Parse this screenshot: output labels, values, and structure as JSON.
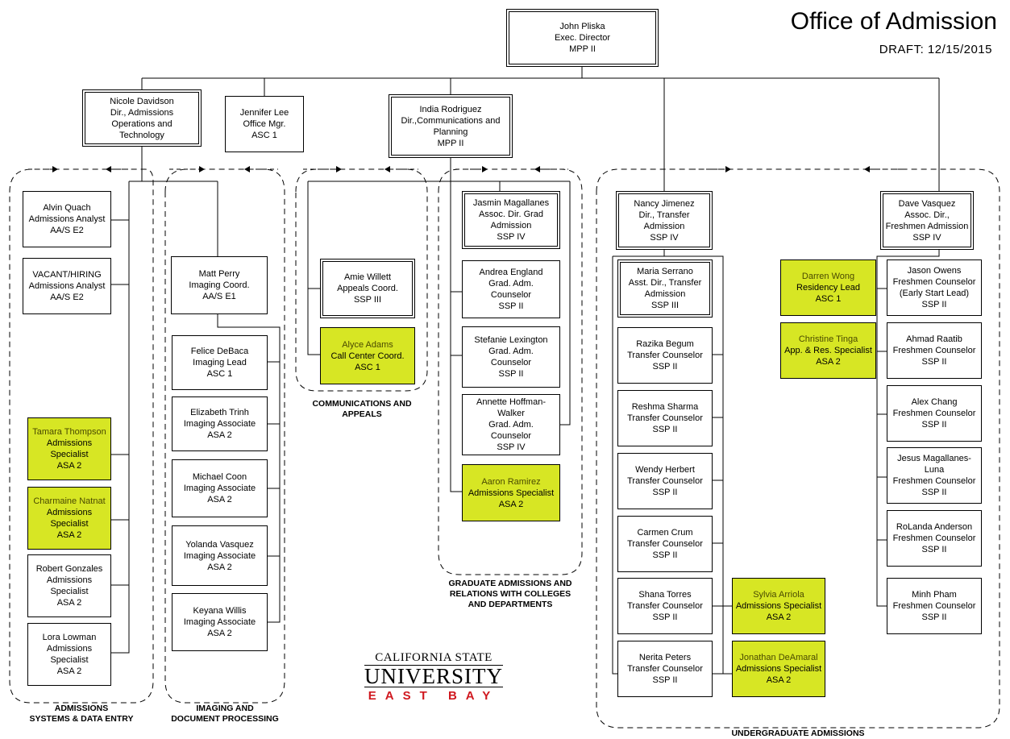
{
  "title": "Office of Admission",
  "draft": "DRAFT:  12/15/2015",
  "colors": {
    "highlight": "#d7e624",
    "logo_red": "#d0181f"
  },
  "people": {
    "pliska": [
      "John Pliska",
      "Exec. Director",
      "MPP II"
    ],
    "davidson": [
      "Nicole Davidson",
      "Dir., Admissions",
      "Operations and",
      "Technology"
    ],
    "lee": [
      "Jennifer Lee",
      "Office Mgr.",
      "ASC 1"
    ],
    "rodriguez": [
      "India Rodriguez",
      "Dir.,Communications and",
      "Planning",
      "MPP II"
    ],
    "quach": [
      "Alvin Quach",
      "Admissions Analyst",
      "AA/S E2"
    ],
    "vacant": [
      "VACANT/HIRING",
      "Admissions Analyst",
      "AA/S E2"
    ],
    "thompson": [
      "Tamara Thompson",
      "Admissions",
      "Specialist",
      "ASA 2"
    ],
    "natnat": [
      "Charmaine Natnat",
      "Admissions",
      "Specialist",
      "ASA 2"
    ],
    "gonzales": [
      "Robert Gonzales",
      "Admissions",
      "Specialist",
      "ASA 2"
    ],
    "lowman": [
      "Lora Lowman",
      "Admissions",
      "Specialist",
      "ASA 2"
    ],
    "perry": [
      "Matt Perry",
      "Imaging Coord.",
      "AA/S E1"
    ],
    "debaca": [
      "Felice DeBaca",
      "Imaging Lead",
      "ASC 1"
    ],
    "trinh": [
      "Elizabeth Trinh",
      "Imaging Associate",
      "ASA 2"
    ],
    "coon": [
      "Michael Coon",
      "Imaging Associate",
      "ASA 2"
    ],
    "yvasquez": [
      "Yolanda Vasquez",
      "Imaging Associate",
      "ASA 2"
    ],
    "willis": [
      "Keyana Willis",
      "Imaging Associate",
      "ASA 2"
    ],
    "willett": [
      "Amie Willett",
      "Appeals Coord.",
      "SSP III"
    ],
    "adams": [
      "Alyce Adams",
      "Call Center Coord.",
      "ASC 1"
    ],
    "magallanes": [
      "Jasmin Magallanes",
      "Assoc. Dir. Grad",
      "Admission",
      "SSP IV"
    ],
    "england": [
      "Andrea England",
      "Grad. Adm.",
      "Counselor",
      "SSP II"
    ],
    "lexington": [
      "Stefanie Lexington",
      "Grad. Adm.",
      "Counselor",
      "SSP II"
    ],
    "hoffman": [
      "Annette Hoffman-",
      "Walker",
      "Grad. Adm.",
      "Counselor",
      "SSP IV"
    ],
    "ramirez": [
      "Aaron Ramirez",
      "Admissions Specialist",
      "ASA 2"
    ],
    "jimenez": [
      "Nancy Jimenez",
      "Dir., Transfer",
      "Admission",
      "SSP IV"
    ],
    "serrano": [
      "Maria Serrano",
      "Asst. Dir., Transfer",
      "Admission",
      "SSP III"
    ],
    "begum": [
      "Razika Begum",
      "Transfer Counselor",
      "SSP II"
    ],
    "sharma": [
      "Reshma Sharma",
      "Transfer Counselor",
      "SSP II"
    ],
    "herbert": [
      "Wendy Herbert",
      "Transfer Counselor",
      "SSP II"
    ],
    "crum": [
      "Carmen Crum",
      "Transfer Counselor",
      "SSP II"
    ],
    "torres": [
      "Shana Torres",
      "Transfer Counselor",
      "SSP II"
    ],
    "peters": [
      "Nerita Peters",
      "Transfer Counselor",
      "SSP II"
    ],
    "arriola": [
      "Sylvia Arriola",
      "Admissions Specialist",
      "ASA 2"
    ],
    "deamaral": [
      "Jonathan DeAmaral",
      "Admissions Specialist",
      "ASA 2"
    ],
    "dvasquez": [
      "Dave Vasquez",
      "Assoc. Dir.,",
      "Freshmen Admission",
      "SSP IV"
    ],
    "wong": [
      "Darren Wong",
      "Residency Lead",
      "ASC 1"
    ],
    "tinga": [
      "Christine Tinga",
      "App. & Res. Specialist",
      "ASA 2"
    ],
    "owens": [
      "Jason Owens",
      "Freshmen Counselor",
      "(Early Start Lead)",
      "SSP II"
    ],
    "raatib": [
      "Ahmad Raatib",
      "Freshmen Counselor",
      "SSP II"
    ],
    "chang": [
      "Alex Chang",
      "Freshmen Counselor",
      "SSP II"
    ],
    "luna": [
      "Jesus Magallanes-",
      "Luna",
      "Freshmen Counselor",
      "SSP II"
    ],
    "anderson": [
      "RoLanda Anderson",
      "Freshmen Counselor",
      "SSP II"
    ],
    "pham": [
      "Minh Pham",
      "Freshmen Counselor",
      "SSP II"
    ]
  },
  "departments": {
    "systems": [
      "ADMISSIONS",
      "SYSTEMS & DATA ENTRY"
    ],
    "imaging": [
      "IMAGING AND",
      "DOCUMENT PROCESSING"
    ],
    "comms": [
      "COMMUNICATIONS AND",
      "APPEALS"
    ],
    "graduate": [
      "GRADUATE ADMISSIONS AND",
      "RELATIONS WITH COLLEGES",
      "AND DEPARTMENTS"
    ],
    "undergrad": [
      "UNDERGRADUATE ADMISSIONS"
    ]
  },
  "logo": {
    "line1": "CALIFORNIA STATE",
    "line2": "UNIVERSITY",
    "line3": "EAST BAY"
  }
}
